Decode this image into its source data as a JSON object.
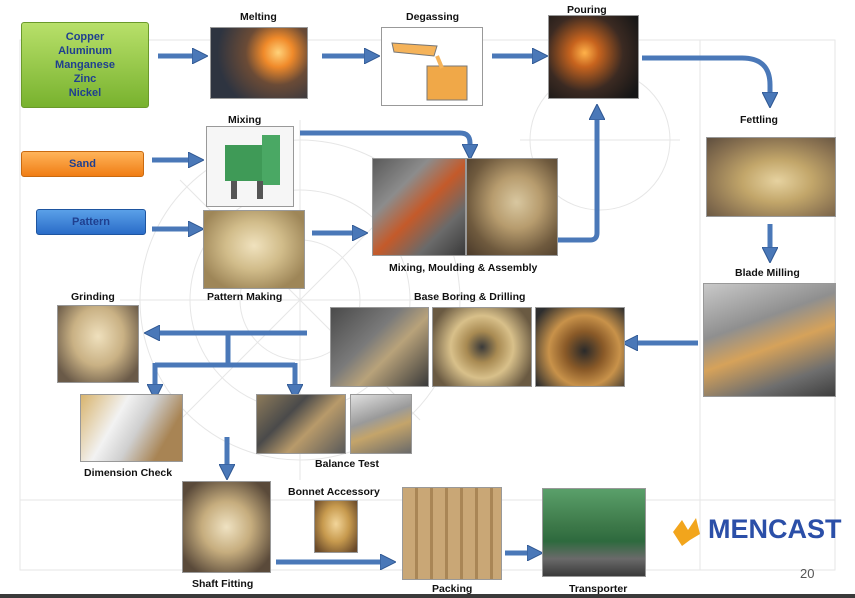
{
  "colors": {
    "arrow": "#4a78b8",
    "arrow_stroke": "#2d5590",
    "brand": "#2b4fa8",
    "logo_orange": "#f2a51c"
  },
  "inputs": {
    "metals": [
      "Copper",
      "Aluminum",
      "Manganese",
      "Zinc",
      "Nickel"
    ],
    "sand": "Sand",
    "pattern": "Pattern"
  },
  "steps": {
    "melting": "Melting",
    "degassing": "Degassing",
    "pouring": "Pouring",
    "mixing": "Mixing",
    "fettling": "Fettling",
    "mixing_moulding": "Mixing, Moulding & Assembly",
    "pattern_making": "Pattern Making",
    "blade_milling": "Blade Milling",
    "grinding": "Grinding",
    "base_boring": "Base Boring & Drilling",
    "dimension_check": "Dimension Check",
    "balance_test": "Balance Test",
    "bonnet_accessory": "Bonnet Accessory",
    "shaft_fitting": "Shaft Fitting",
    "packing": "Packing",
    "transporter": "Transporter"
  },
  "photos": {
    "melting": "furnace-photo",
    "degassing": "ladle-illustration",
    "pouring": "molten-metal-photo",
    "mixing": "sand-mixer-machine",
    "moulding": "moulding-workshop-photo",
    "moulding2": "mould-photo",
    "pattern_making": "pattern-photo",
    "fettling": "fettling-photo",
    "blade_milling": "cnc-milling-photo",
    "boring1": "boring-photo",
    "boring2": "propeller-hub-photo",
    "boring3": "drilling-photo",
    "grinding": "grinding-photo",
    "dimension_check": "inspectors-photo",
    "balance1": "balance-rig-photo",
    "balance2": "balance-test-photo",
    "shaft_fitting": "shaft-fitting-photo",
    "bonnet": "bonnet-photo",
    "packing": "wooden-crate-photo",
    "transporter": "truck-photo"
  },
  "logo": {
    "text": "MENCAST"
  },
  "page_number": "20"
}
